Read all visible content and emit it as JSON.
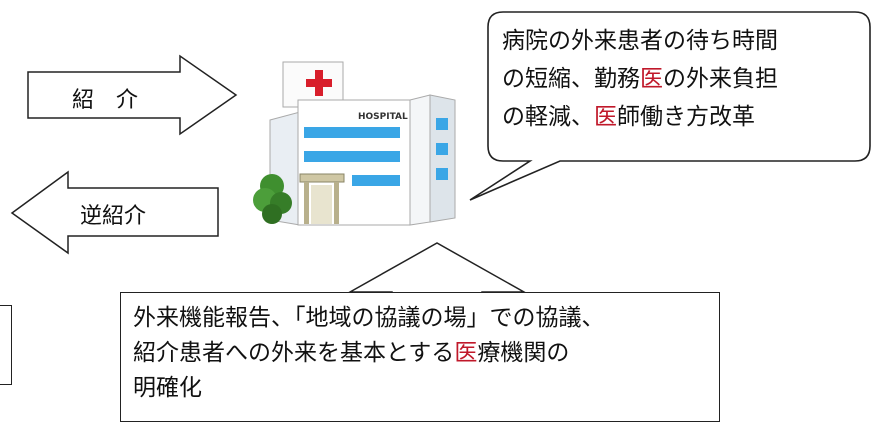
{
  "arrows": {
    "referral_label": "紹　介",
    "reverse_referral_label": "逆紹介"
  },
  "hospital": {
    "sign_text": "HOSPITAL"
  },
  "speech_bubble": {
    "line1": "病院の外来患者の待ち時間",
    "line2": "の短縮、勤務",
    "line2_red": "医",
    "line2_end": "の外来負担",
    "line3": "の軽減、",
    "line3_red": "医",
    "line3_end": "師働き方改革"
  },
  "bottom_box": {
    "line1": "外来機能報告、「地域の協議の場」での協議、",
    "line2": "紹介患者への外来を基本とする",
    "line2_red": "医",
    "line2_end": "療機関の",
    "line3": "明確化"
  },
  "colors": {
    "red_accent": "#c0182a",
    "hospital_blue": "#3aa6e6",
    "hospital_green": "#3f8f2f",
    "outline": "#222222"
  }
}
